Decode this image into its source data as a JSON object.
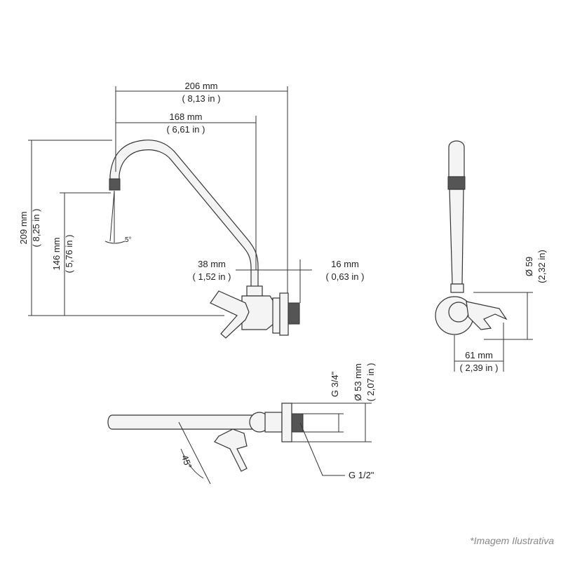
{
  "dimensions": {
    "width_total_mm": "206 mm",
    "width_total_in": "( 8,13 in )",
    "reach_mm": "168 mm",
    "reach_in": "( 6,61 in )",
    "height_total_mm": "209 mm",
    "height_total_in": "( 8,25 in )",
    "height_spout_mm": "146 mm",
    "height_spout_in": "( 5,76 in )",
    "angle_spout": "5°",
    "body_mm": "38 mm",
    "body_in": "( 1,52 in )",
    "thread_mm": "16 mm",
    "thread_in": "( 0,63 in )",
    "flange_dia_mm": "Ø 59",
    "flange_dia_in": "(2,32 in)",
    "side_depth_mm": "61 mm",
    "side_depth_in": "( 2,39 in )",
    "top_dia_mm": "Ø 53 mm",
    "top_dia_in": "( 2,07 in )",
    "thread_g34": "G 3/4\"",
    "thread_g12": "G 1/2\"",
    "angle_handle": "45°"
  },
  "footer": {
    "note": "*Imagem Ilustrativa"
  }
}
